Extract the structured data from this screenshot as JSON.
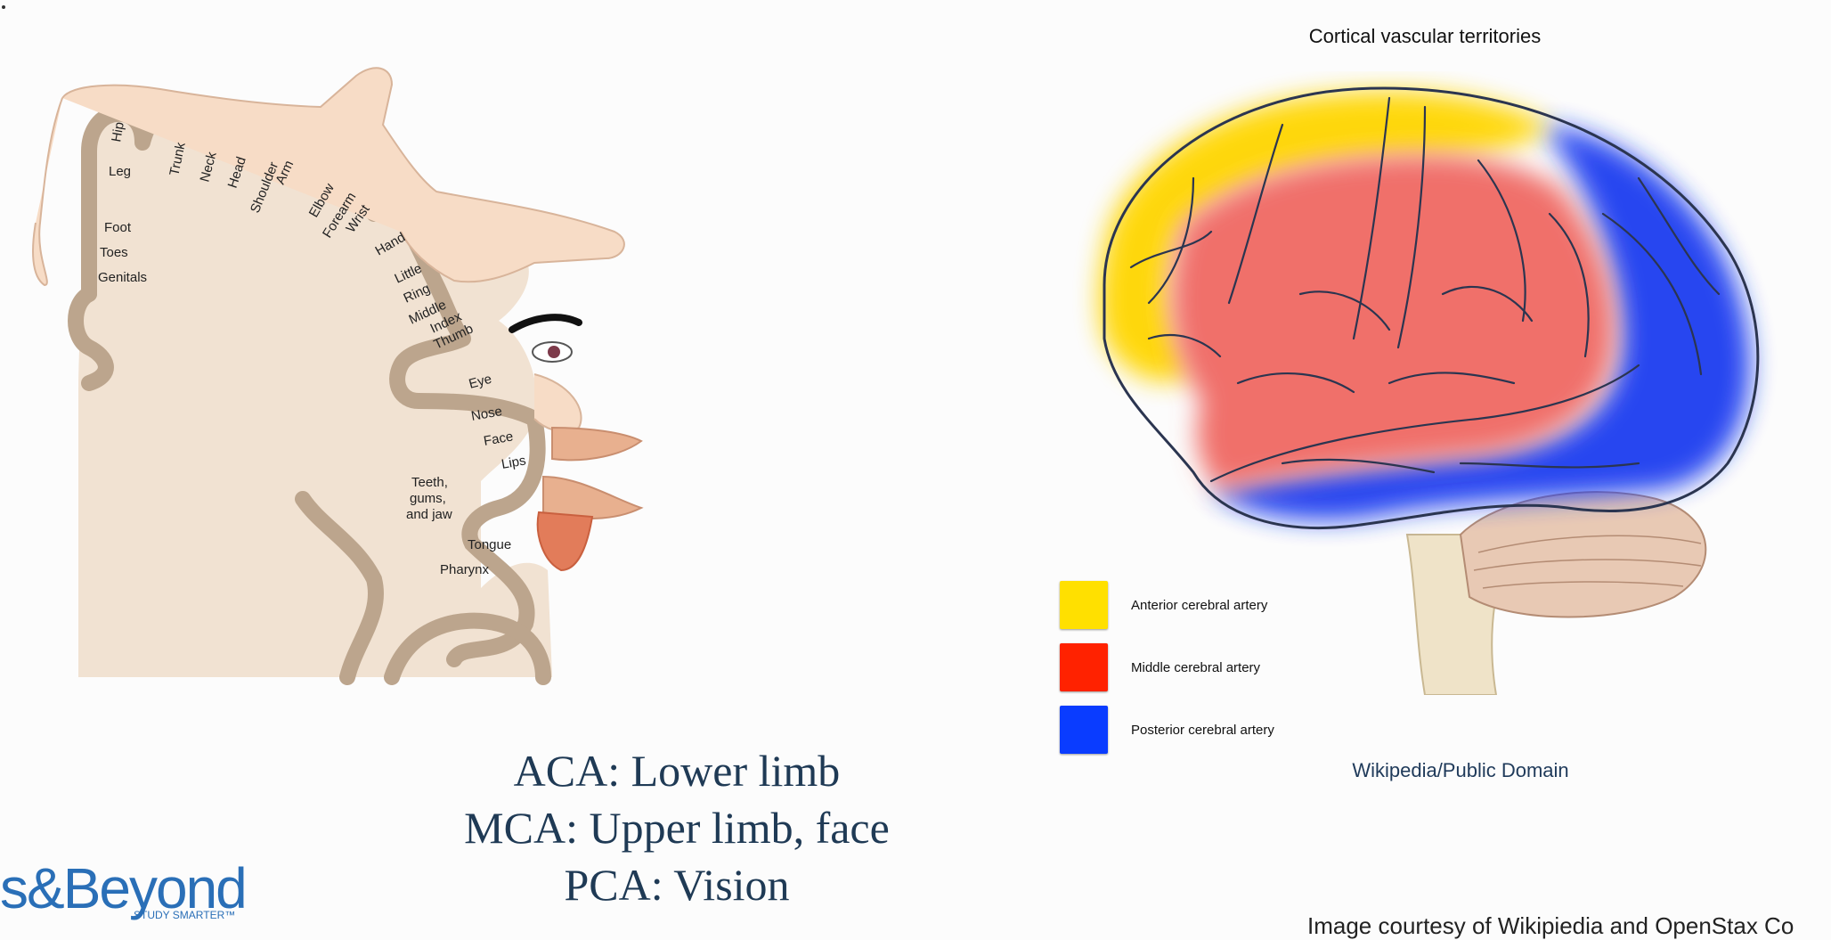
{
  "homunculus": {
    "labels": [
      "Hip",
      "Leg",
      "Trunk",
      "Neck",
      "Head",
      "Shoulder",
      "Arm",
      "Elbow",
      "Forearm",
      "Wrist",
      "Hand",
      "Foot",
      "Toes",
      "Genitals",
      "Little",
      "Ring",
      "Middle",
      "Index",
      "Thumb",
      "Eye",
      "Nose",
      "Face",
      "Lips",
      "Teeth,",
      "gums,",
      "and jaw",
      "Tongue",
      "Pharynx"
    ]
  },
  "brain": {
    "title": "Cortical vascular territories",
    "legend": [
      {
        "label": "Anterior cerebral artery",
        "color": "#ffe000"
      },
      {
        "label": "Middle cerebral artery",
        "color": "#ff2200"
      },
      {
        "label": "Posterior cerebral artery",
        "color": "#0a3cff"
      }
    ],
    "credit": "Wikipedia/Public Domain"
  },
  "summary": {
    "line1": "ACA: Lower limb",
    "line2": "MCA: Upper limb, face",
    "line3": "PCA: Vision"
  },
  "logo": {
    "text": "s&Beyond",
    "tagline": "STUDY SMARTER™"
  },
  "footer": {
    "credit": "Image courtesy of Wikipiedia and OpenStax Co"
  }
}
